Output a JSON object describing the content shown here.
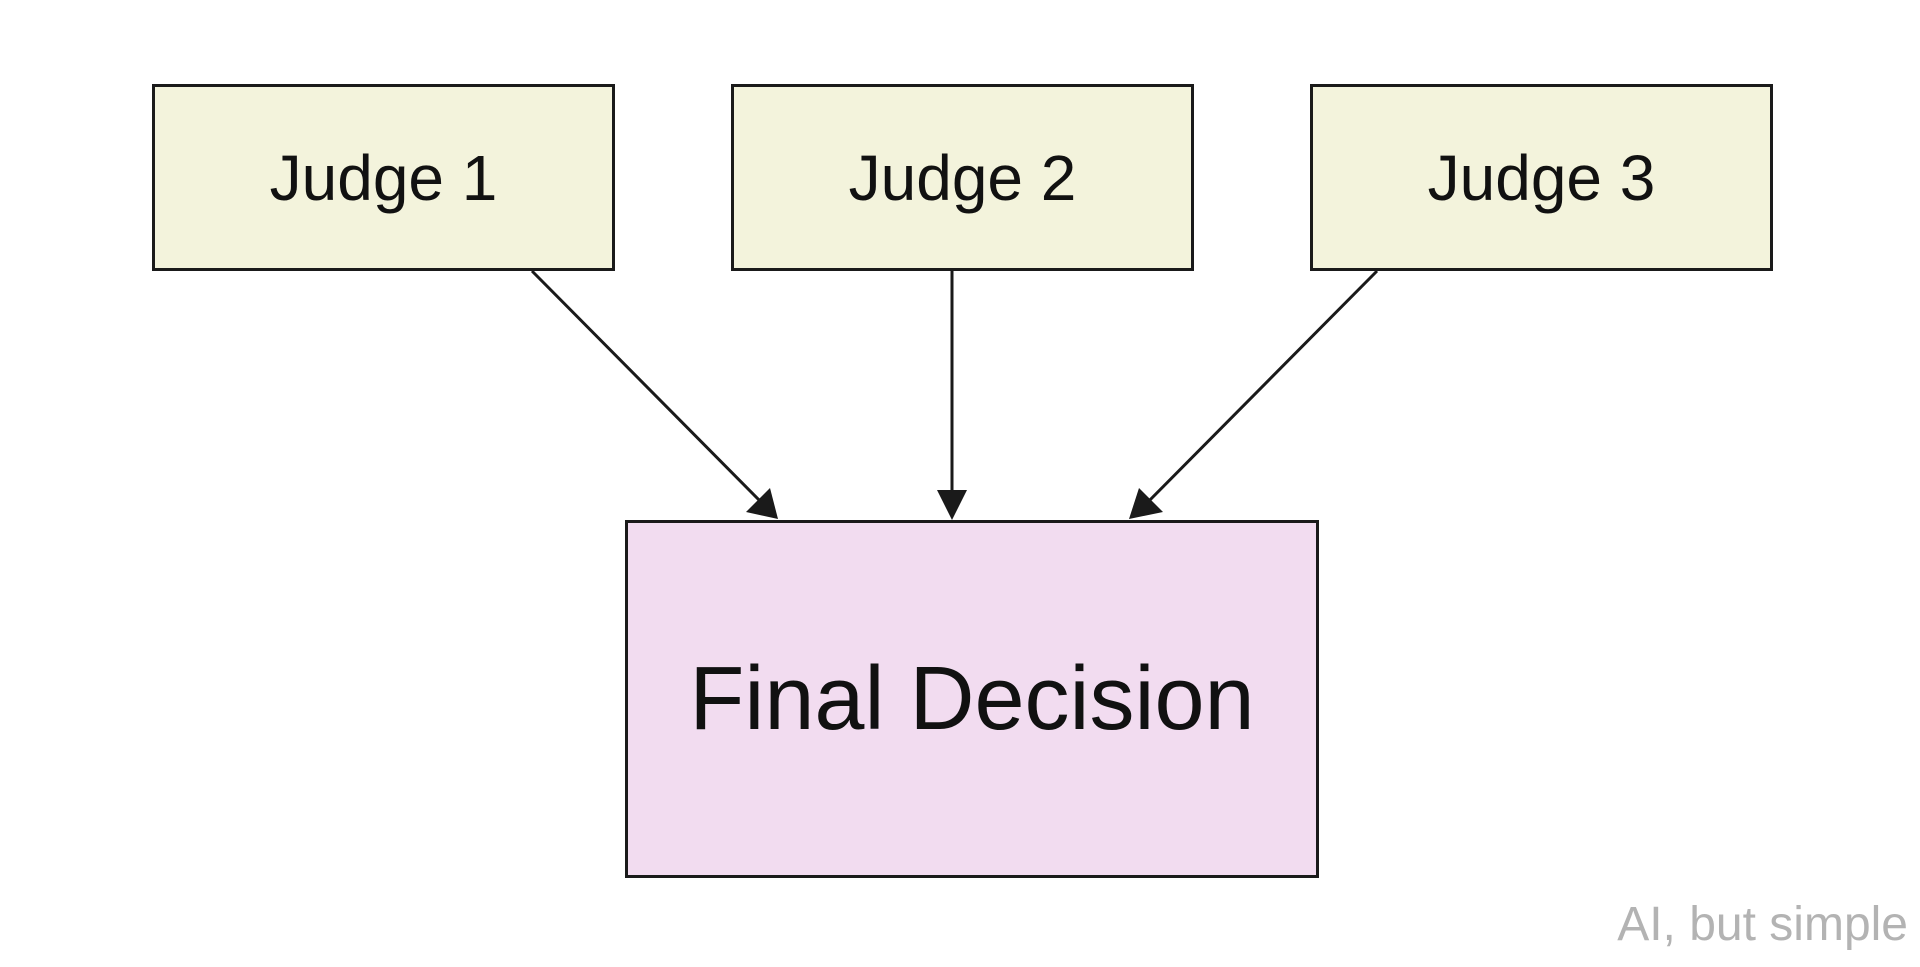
{
  "nodes": {
    "judge_1": "Judge 1",
    "judge_2": "Judge 2",
    "judge_3": "Judge 3",
    "final": "Final Decision"
  },
  "watermark": "AI, but simple",
  "colors": {
    "judge_fill": "#f3f3dc",
    "final_fill": "#f2dcf0",
    "stroke": "#1a1a1a",
    "watermark": "#b3b3b3"
  },
  "edges": [
    {
      "from": "Judge 1",
      "to": "Final Decision"
    },
    {
      "from": "Judge 2",
      "to": "Final Decision"
    },
    {
      "from": "Judge 3",
      "to": "Final Decision"
    }
  ]
}
